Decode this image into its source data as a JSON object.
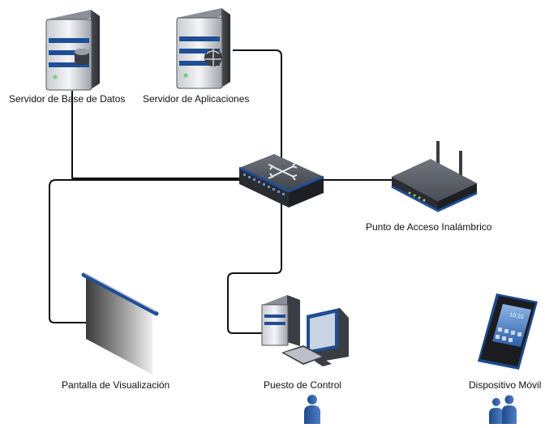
{
  "diagram": {
    "nodes": [
      {
        "id": "db-server",
        "label": "Servidor de Base de Datos",
        "icon": "database-server-icon"
      },
      {
        "id": "app-server",
        "label": "Servidor de Aplicaciones",
        "icon": "application-server-icon"
      },
      {
        "id": "switch",
        "label": "",
        "icon": "network-switch-icon"
      },
      {
        "id": "wifi-ap",
        "label": "Punto de Acceso Inalámbrico",
        "icon": "wireless-router-icon"
      },
      {
        "id": "display",
        "label": "Pantalla de Visualización",
        "icon": "projection-screen-icon"
      },
      {
        "id": "control-station",
        "label": "Puesto de Control",
        "icon": "desktop-computer-icon"
      },
      {
        "id": "mobile",
        "label": "Dispositivo Móvil",
        "icon": "smartphone-icon"
      }
    ],
    "phone_time": "10:15",
    "edges": [
      {
        "from": "db-server",
        "to": "switch"
      },
      {
        "from": "app-server",
        "to": "switch"
      },
      {
        "from": "switch",
        "to": "wifi-ap"
      },
      {
        "from": "switch",
        "to": "display"
      },
      {
        "from": "switch",
        "to": "control-station"
      }
    ],
    "colors": {
      "wire": "#111111",
      "device_dark": "#3a3d44",
      "device_accent": "#1f4e96",
      "label_text": "#111111"
    }
  }
}
